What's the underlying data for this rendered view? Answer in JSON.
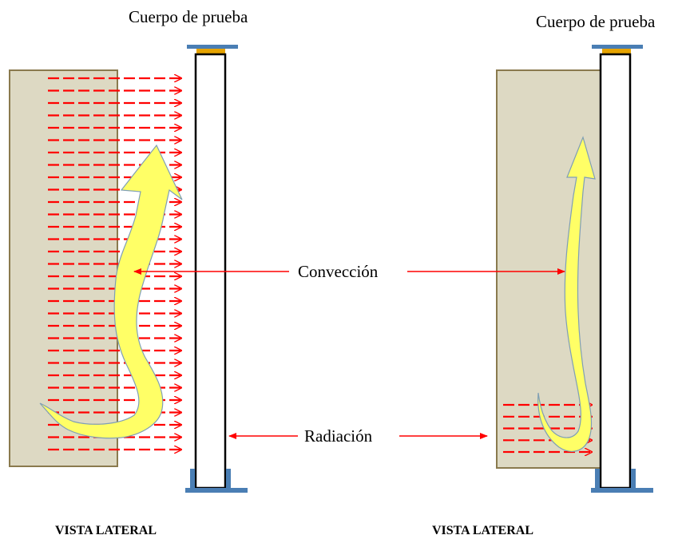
{
  "diagram": {
    "labels": {
      "specimen_left": "Cuerpo de prueba",
      "specimen_right": "Cuerpo de prueba",
      "convection": "Convección",
      "radiation": "Radiación",
      "view_left": "VISTA LATERAL",
      "view_right": "VISTA LATERAL"
    },
    "colors": {
      "panel_fill": "#ddd9c3",
      "panel_stroke": "#8a7a4e",
      "flow_fill": "#ffff66",
      "flow_stroke": "#7f9fb5",
      "radiation_arrows": "#ff0000",
      "support": "#4a7eb4",
      "specimen_cap": "#e6a300",
      "specimen_stroke": "#000000"
    }
  }
}
